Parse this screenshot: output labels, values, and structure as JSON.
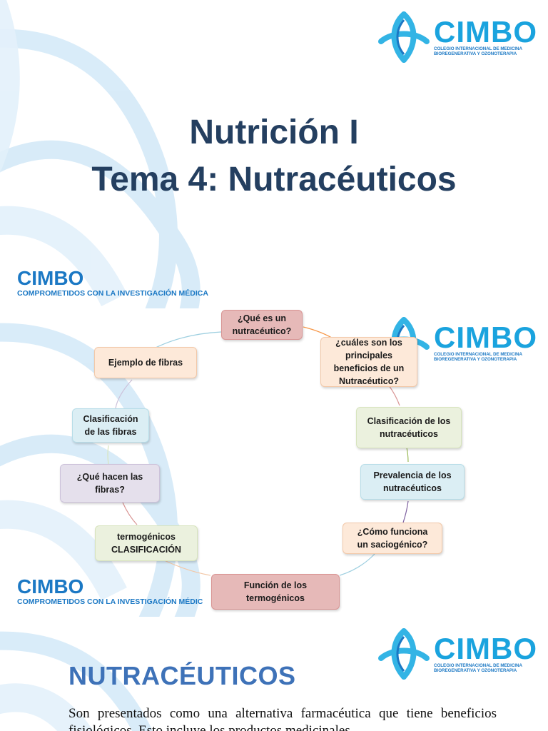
{
  "brand": {
    "name": "CIMBO",
    "subtitle_line1": "COLEGIO INTERNACIONAL DE MEDICINA",
    "subtitle_line2": "BIOREGENERATIVA Y OZONOTERAPIA",
    "tagline": "COMPROMETIDOS CON LA INVESTIGACIÓN MÉDICA",
    "tagline_cut": "COMPROMETIDOS CON LA INVESTIGACIÓN MÉDIC",
    "primary_color": "#1aa3de",
    "dark_blue": "#1b78c4",
    "logo_icon": "cimbo-knot-icon"
  },
  "slide1": {
    "title_line1": "Nutrición I",
    "title_line2": "Tema 4: Nutracéuticos"
  },
  "slide2": {
    "diagram_type": "cycle",
    "nodes": [
      {
        "label": "¿Qué es un\nnutracéutico?",
        "fill": "#e6b9b8",
        "border": "#d99594"
      },
      {
        "label": "¿cuáles son los\nprincipales\nbeneficios de un\nNutracéutico?",
        "fill": "#fde9d9",
        "border": "#f2c8a8"
      },
      {
        "label": "Clasificación de los\nnutracéuticos",
        "fill": "#ebf1de",
        "border": "#d7e4bd"
      },
      {
        "label": "Prevalencia de los\nnutracéuticos",
        "fill": "#dbeef4",
        "border": "#b7dde8"
      },
      {
        "label": "¿Cómo funciona\nun saciogénico?",
        "fill": "#fde9d9",
        "border": "#f2c8a8"
      },
      {
        "label": "Función de los\ntermogénicos",
        "fill": "#e6b9b8",
        "border": "#d99594"
      },
      {
        "label": "termogénicos\nCLASIFICACIÓN",
        "fill": "#ebf1de",
        "border": "#d7e4bd"
      },
      {
        "label": "¿Qué hacen las\nfibras?",
        "fill": "#e5e0ec",
        "border": "#ccc1da"
      },
      {
        "label": "Clasificación\nde las fibras",
        "fill": "#dbeef4",
        "border": "#b7dde8"
      },
      {
        "label": "Ejemplo de fibras",
        "fill": "#fde9d9",
        "border": "#f2c8a8"
      }
    ]
  },
  "slide3": {
    "heading": "NUTRACÉUTICOS",
    "paragraph": "Son presentados como una alternativa farmacéutica que tiene beneficios fisiológicos. Esto incluye los productos medicinales"
  }
}
